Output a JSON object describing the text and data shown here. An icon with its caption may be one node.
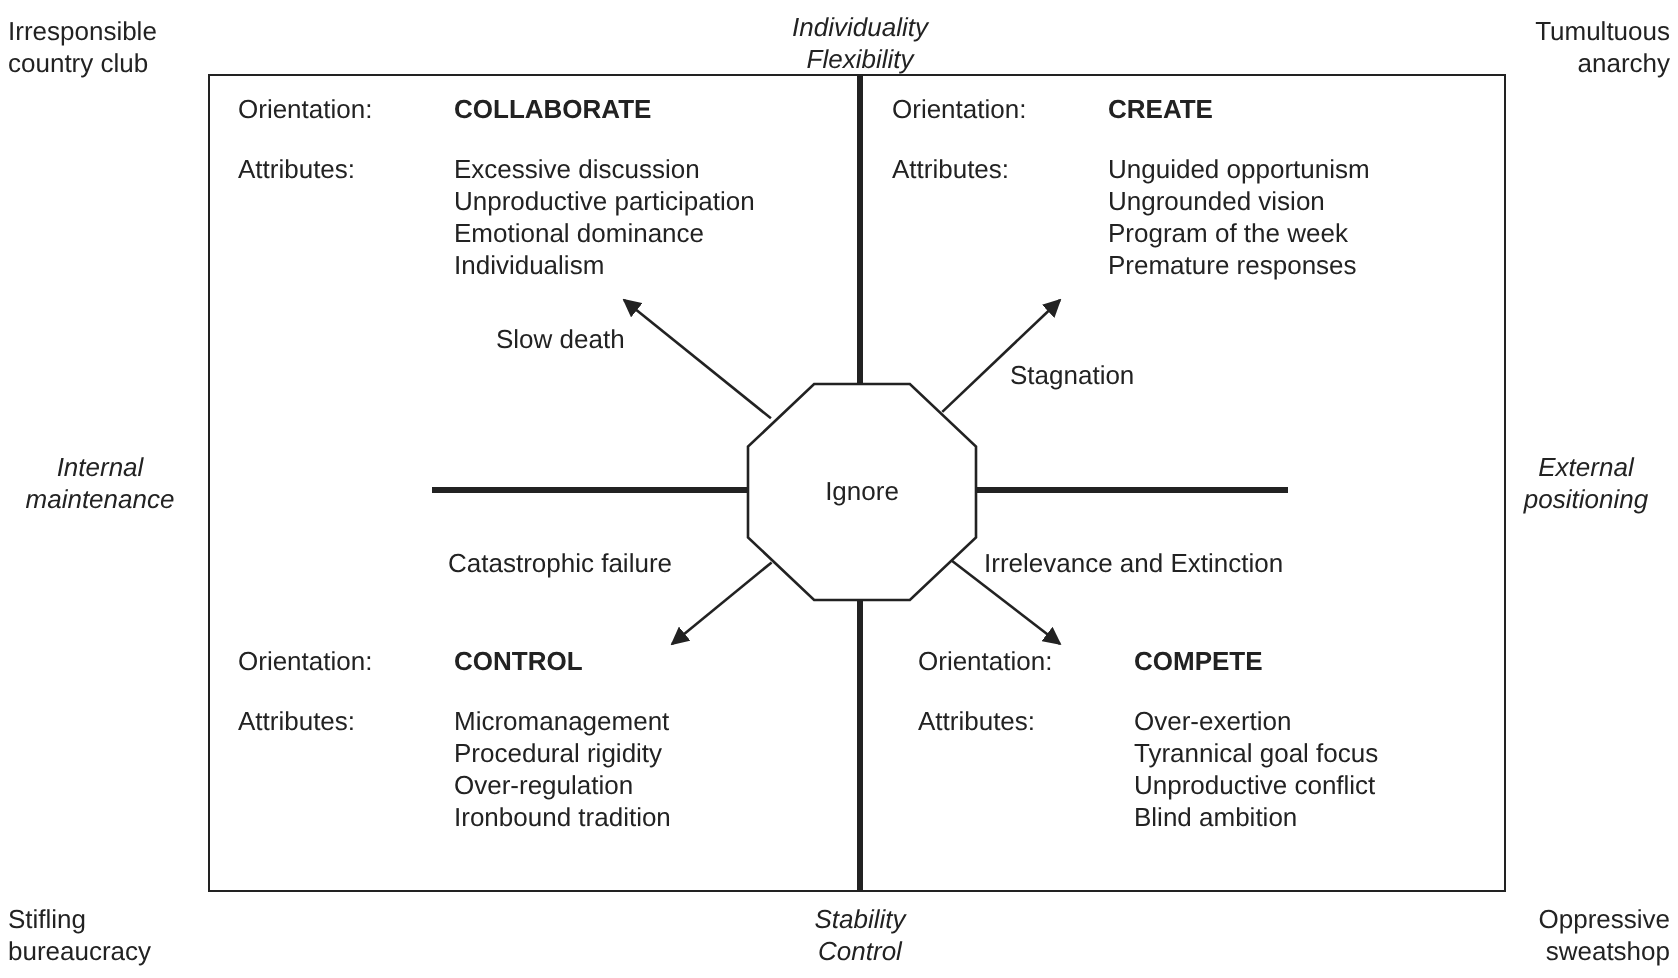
{
  "diagram": {
    "nodes": [
      {
        "text": [],
        "shape": "box"
      },
      {
        "text": [
          "Orientation:",
          "COLLABORATE",
          "Attributes:",
          "Excessive discussion",
          "Unproductive participation",
          "Emotional dominance",
          "Individualism"
        ],
        "in": 0
      },
      {
        "text": [
          "Orientation:",
          "CREATE",
          "Attributes:",
          "Unguided opportunism",
          "Ungrounded vision",
          "Program of the week",
          "Premature responses"
        ],
        "in": 0
      },
      {
        "text": [
          "Ignore"
        ],
        "in": 0
      },
      {
        "text": [
          "Orientation:",
          "CONTROL",
          "Attributes:",
          "Micromanagement",
          "Procedural rigidity",
          "Over-regulation",
          "Ironbound tradition"
        ],
        "in": 0
      },
      {
        "text": [
          "Orientation:",
          "COMPETE",
          "Attributes:",
          "Over-exertion",
          "Tyrannical goal focus",
          "Unproductive conflict",
          "Blind ambition"
        ],
        "in": 0
      }
    ],
    "edges": [
      {
        "from": 3,
        "to": 1,
        "arrow": "to",
        "label": "Slow death"
      },
      {
        "from": 3,
        "to": 2,
        "arrow": "to",
        "label": "Stagnation"
      },
      {
        "from": 3,
        "to": 4,
        "arrow": "to",
        "label": "Catastrophic failure"
      },
      {
        "from": 3,
        "to": 5,
        "arrow": "to",
        "label": "Irrelevance and Extinction"
      }
    ],
    "labels": [
      "Irresponsible country club",
      "Individuality Flexibility",
      "Tumultuous anarchy",
      "Internal maintenance",
      "External positioning",
      "Stifling bureaucracy",
      "Stability Control",
      "Oppressive sweatshop"
    ]
  }
}
